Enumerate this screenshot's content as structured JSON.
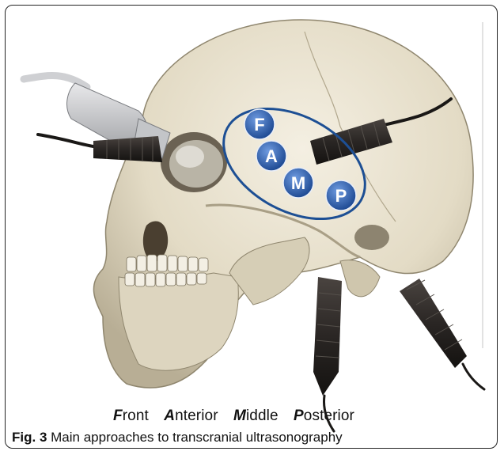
{
  "figure": {
    "approach_markers": [
      "F",
      "A",
      "M",
      "P"
    ],
    "legend": [
      {
        "initial": "F",
        "rest": "ront"
      },
      {
        "initial": "A",
        "rest": "nterior"
      },
      {
        "initial": "M",
        "rest": "iddle"
      },
      {
        "initial": "P",
        "rest": "osterior"
      }
    ],
    "caption_label": "Fig. 3",
    "caption_text": " Main approaches to transcranial ultrasonography"
  },
  "colors": {
    "marker_blue": "#2f63b3",
    "ellipse_blue": "#1d4f94",
    "probe_dark": "#2a2624",
    "bone": "#e6dfcc"
  },
  "icons": [
    "skull-illustration",
    "ultrasound-probe-icon",
    "transducer-probe-icon"
  ]
}
